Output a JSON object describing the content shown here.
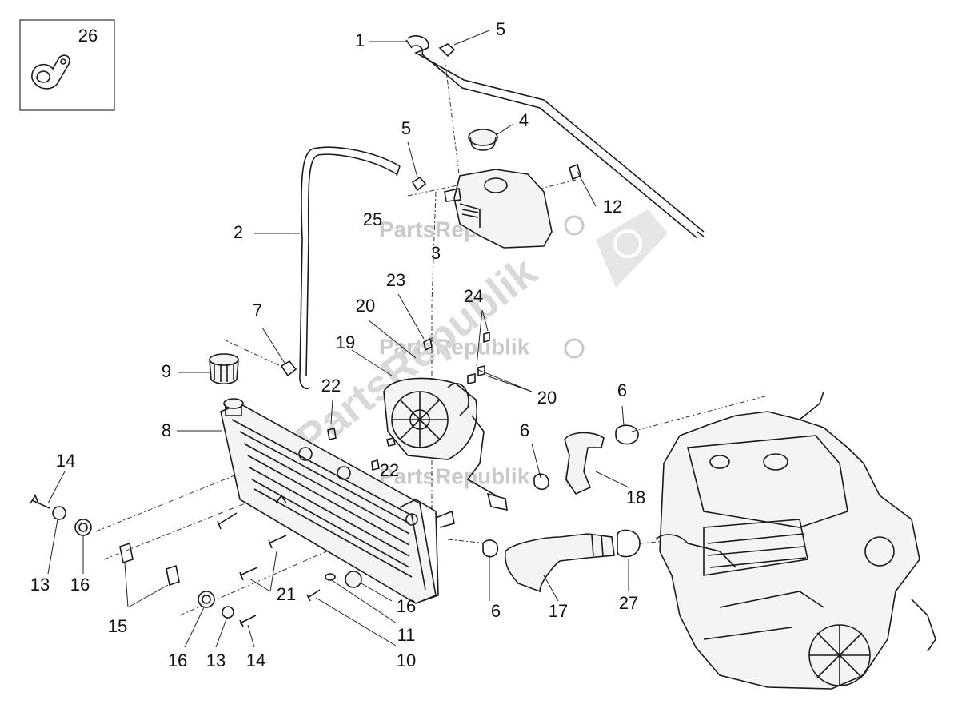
{
  "diagram": {
    "callouts": [
      "1",
      "2",
      "3",
      "4",
      "5",
      "6",
      "7",
      "8",
      "9",
      "10",
      "11",
      "12",
      "13",
      "14",
      "15",
      "16",
      "17",
      "18",
      "19",
      "20",
      "21",
      "22",
      "23",
      "24",
      "25",
      "26",
      "27"
    ],
    "inset_label": "26",
    "watermark": "PartsRepublik"
  }
}
